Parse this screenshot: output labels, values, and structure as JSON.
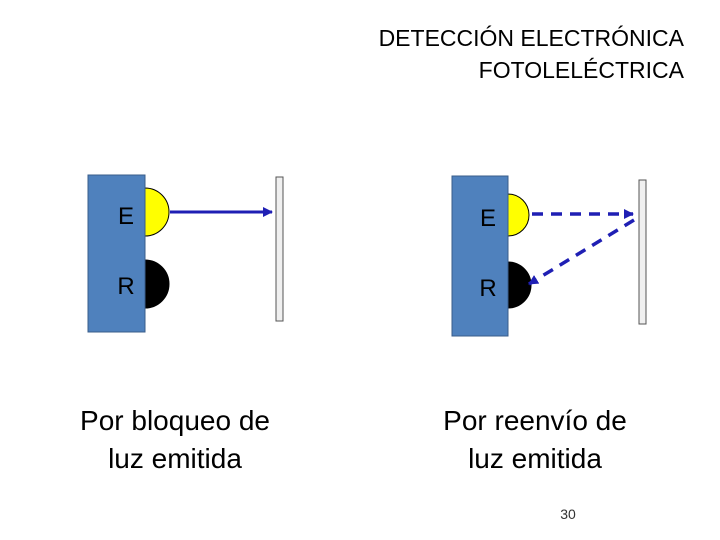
{
  "title": {
    "line1": "DETECCIÓN ELECTRÓNICA",
    "line2": "FOTOLELÉCTRICA"
  },
  "panels": [
    {
      "emitter_label": "E",
      "receiver_label": "R",
      "caption_line1": "Por bloqueo de",
      "caption_line2": "luz emitida"
    },
    {
      "emitter_label": "E",
      "receiver_label": "R",
      "caption_line1": "Por reenvío de",
      "caption_line2": "luz emitida"
    }
  ],
  "page_number": "30",
  "colors": {
    "sensor_body": "#4f81bd",
    "emitter": "#ffff00",
    "receiver": "#000000",
    "beam": "#1f1fb4",
    "reflector": "#f0f0f0"
  }
}
